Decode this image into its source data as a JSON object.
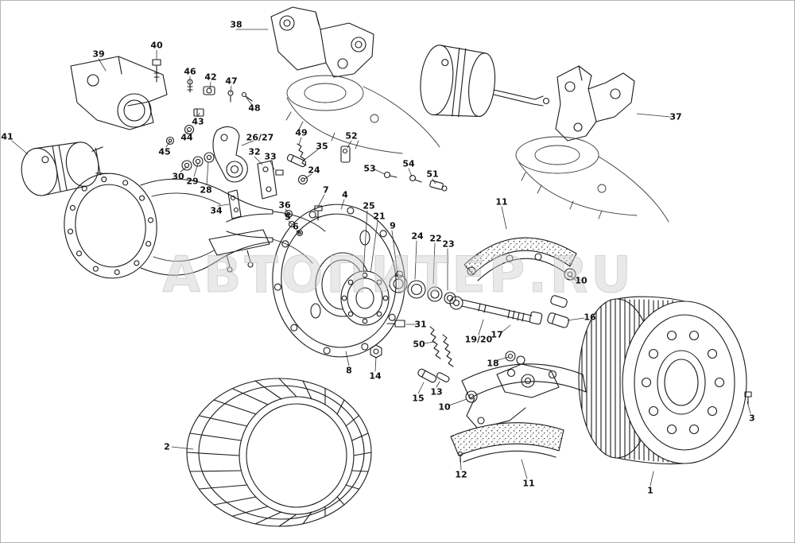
{
  "watermark": "АВТОПИТЕР.RU",
  "callouts": {
    "c1": "1",
    "c2": "2",
    "c3": "3",
    "c4": "4",
    "c5": "5",
    "c6": "6",
    "c7": "7",
    "c8": "8",
    "c9": "9",
    "c10a": "10",
    "c10b": "10",
    "c11a": "11",
    "c11b": "11",
    "c12": "12",
    "c13": "13",
    "c14": "14",
    "c15": "15",
    "c16": "16",
    "c17": "17",
    "c18": "18",
    "c19_20": "19/20",
    "c21": "21",
    "c22": "22",
    "c23": "23",
    "c24a": "24",
    "c24b": "24",
    "c25": "25",
    "c26_27": "26/27",
    "c28": "28",
    "c29": "29",
    "c30": "30",
    "c31": "31",
    "c32": "32",
    "c33": "33",
    "c34": "34",
    "c35": "35",
    "c36": "36",
    "c37": "37",
    "c38": "38",
    "c39": "39",
    "c40": "40",
    "c41": "41",
    "c42": "42",
    "c43": "43",
    "c44": "44",
    "c45": "45",
    "c46": "46",
    "c47": "47",
    "c48": "48",
    "c49": "49",
    "c50": "50",
    "c51": "51",
    "c52": "52",
    "c53": "53",
    "c54": "54"
  }
}
